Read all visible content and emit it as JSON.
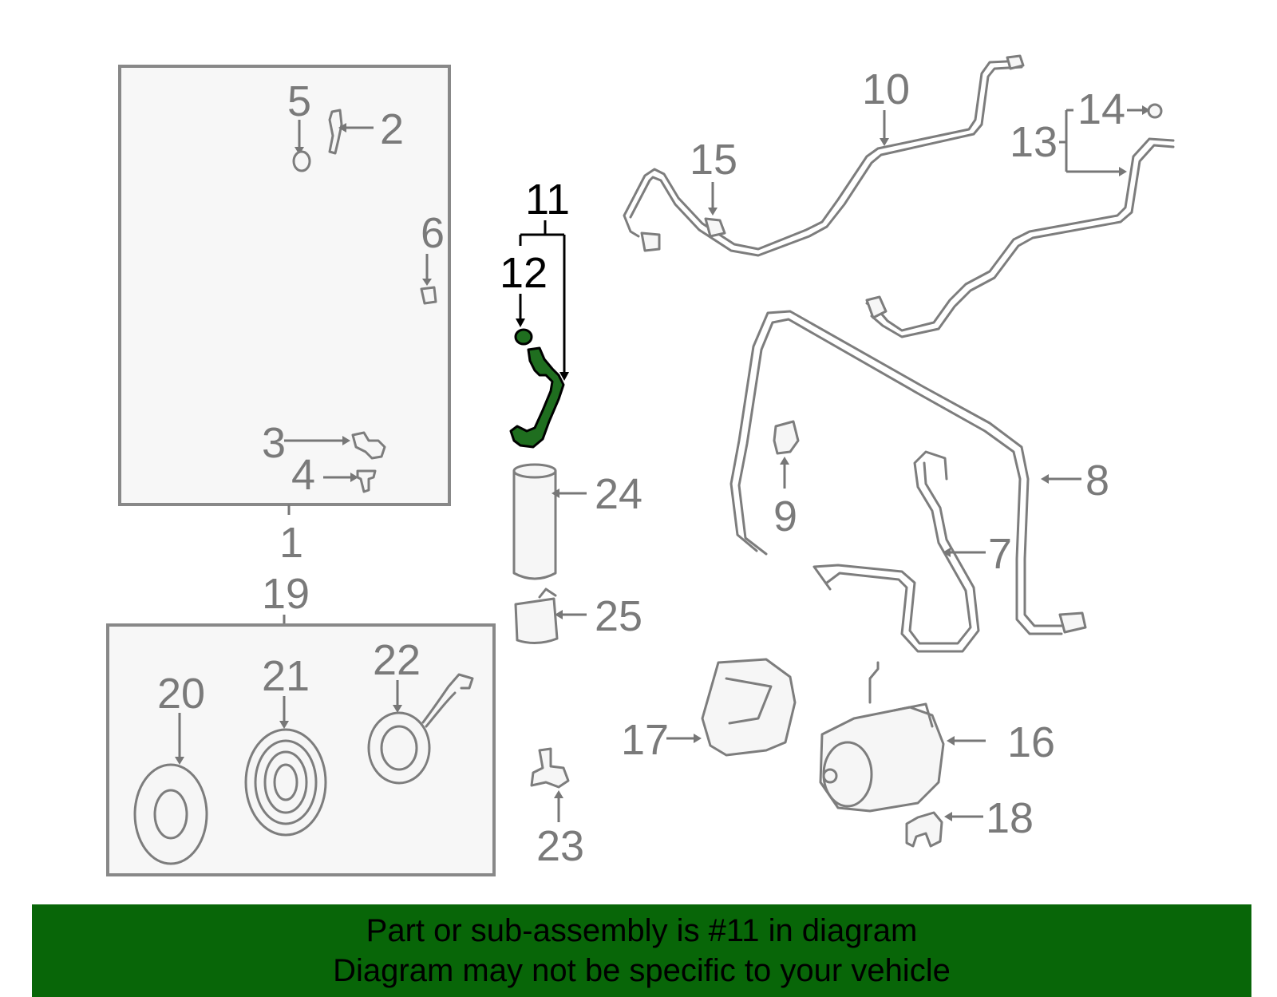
{
  "callouts": {
    "c1": "1",
    "c2": "2",
    "c3": "3",
    "c4": "4",
    "c5": "5",
    "c6": "6",
    "c7": "7",
    "c8": "8",
    "c9": "9",
    "c10": "10",
    "c11": "11",
    "c12": "12",
    "c13": "13",
    "c14": "14",
    "c15": "15",
    "c16": "16",
    "c17": "17",
    "c18": "18",
    "c19": "19",
    "c20": "20",
    "c21": "21",
    "c22": "22",
    "c23": "23",
    "c24": "24",
    "c25": "25"
  },
  "highlighted_part": "11",
  "colors": {
    "highlight": "#1f6e1f",
    "banner": "#086608",
    "line": "#7d7d7d"
  },
  "banner": {
    "line1": "Part or sub-assembly is #11 in diagram",
    "line2": "Diagram may not be specific to your vehicle"
  }
}
